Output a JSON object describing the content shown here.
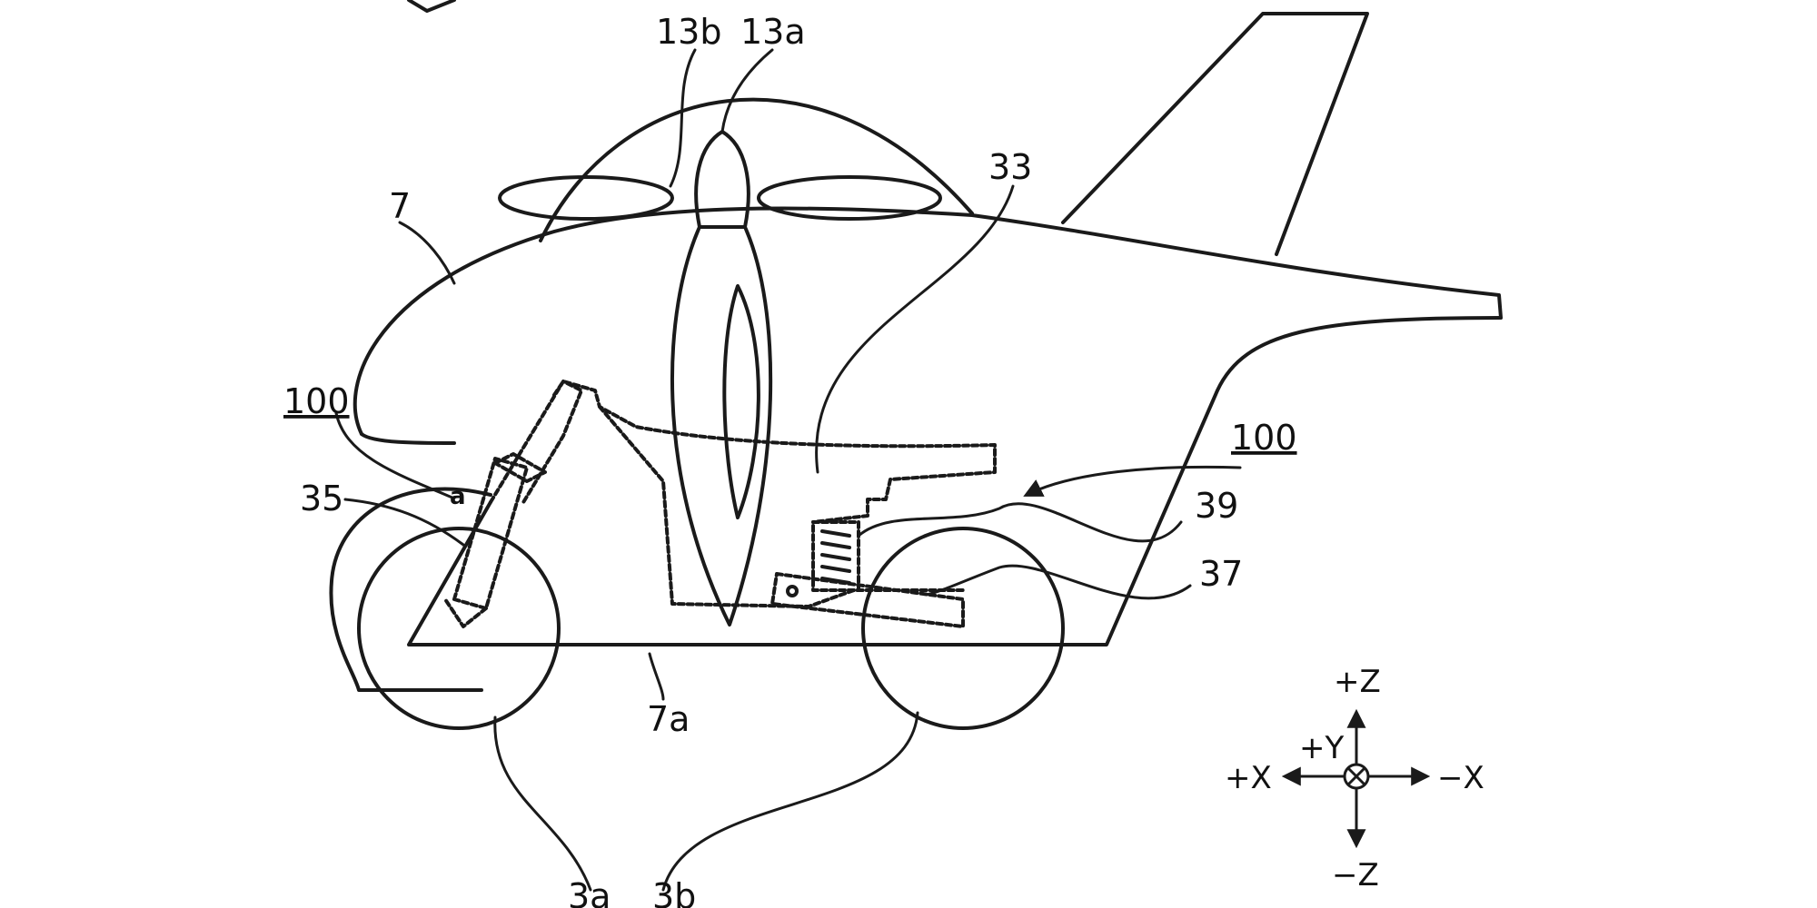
{
  "labels": {
    "propeller_blade_b": "13b",
    "propeller_blade_a": "13a",
    "body": "7",
    "upper_member": "33",
    "vehicle_front": "100",
    "vehicle_rear": "100",
    "front_fork": "35",
    "point_a": "a",
    "spring": "39",
    "swing_arm": "37",
    "body_bottom": "7a",
    "front_wheel": "3a",
    "rear_wheel": "3b"
  },
  "axes": {
    "plus_z": "+Z",
    "minus_z": "−Z",
    "plus_x": "+X",
    "minus_x": "−X",
    "plus_y": "+Y"
  }
}
